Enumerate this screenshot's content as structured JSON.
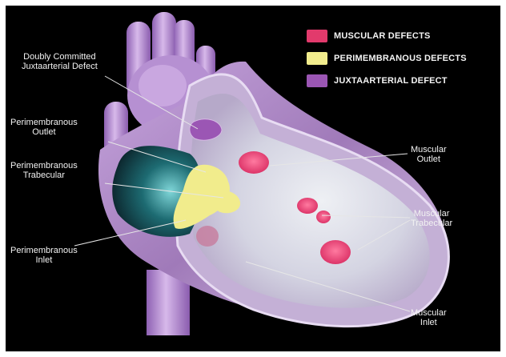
{
  "legend": [
    {
      "label": "MUSCULAR DEFECTS",
      "color": "#e23a6c"
    },
    {
      "label": "PERIMEMBRANOUS DEFECTS",
      "color": "#f1ec8c"
    },
    {
      "label": "JUXTAARTERIAL DEFECT",
      "color": "#9b56b4"
    }
  ],
  "labels": {
    "doubly_committed": [
      "Doubly Committed",
      "Juxtaarterial Defect"
    ],
    "perimembranous_outlet": [
      "Perimembranous",
      "Outlet"
    ],
    "perimembranous_trabecular": [
      "Perimembranous",
      "Trabecular"
    ],
    "perimembranous_inlet": [
      "Perimembranous",
      "Inlet"
    ],
    "muscular_outlet": [
      "Muscular",
      "Outlet"
    ],
    "muscular_trabecular": [
      "Muscular",
      "Trabecular"
    ],
    "muscular_inlet": [
      "Muscular",
      "Inlet"
    ]
  },
  "colors": {
    "background": "#000000",
    "heart_wall": "#b79bc9",
    "septum": "#dcdde6",
    "vessel": "#b289cf"
  }
}
